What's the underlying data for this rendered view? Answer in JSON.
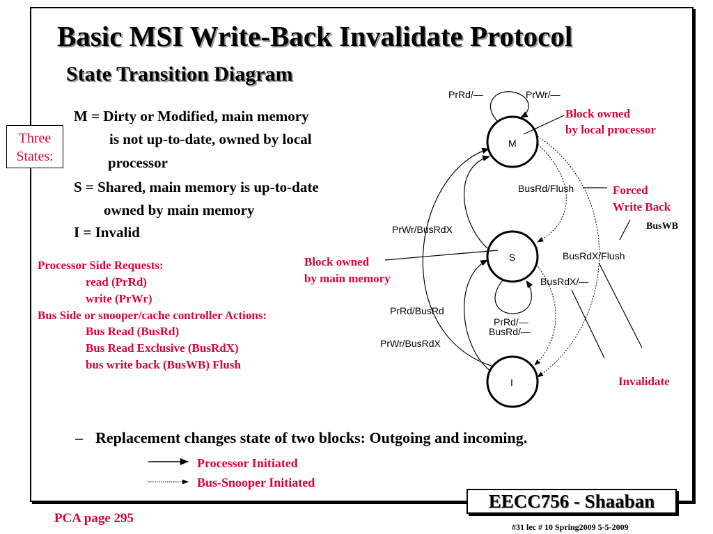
{
  "title": "Basic MSI Write-Back Invalidate Protocol",
  "subtitle": "State Transition Diagram",
  "three_states": [
    "Three",
    "States:"
  ],
  "definitions": [
    "M = Dirty or Modified, main memory",
    "is not up-to-date, owned by local",
    "processor",
    "S = Shared, main memory is up-to-date",
    "owned by main memory",
    "I =  Invalid"
  ],
  "requests": {
    "processor_heading": "Processor Side Requests:",
    "processor_items": [
      "read  (PrRd)",
      "write (PrWr)"
    ],
    "bus_heading": "Bus Side or snooper/cache controller Actions:",
    "bus_items": [
      "Bus Read (BusRd)",
      "Bus Read Exclusive (BusRdX)",
      "bus write back (BusWB)  Flush"
    ]
  },
  "diagram": {
    "states": {
      "m": "M",
      "s": "S",
      "i": "I"
    },
    "labels": {
      "m_loop_prrd": "PrRd/—",
      "m_loop_prwr": "PrWr/—",
      "m_busrd_flush": "BusRd/Flush",
      "s_to_m": "PrWr/BusRdX",
      "m_to_i": "BusRdX/Flush",
      "s_to_i": "BusRdX/—",
      "i_to_s": "PrRd/BusRd",
      "s_loop_prrd": "PrRd/—",
      "s_loop_busrd": "BusRd/—",
      "i_to_m": "PrWr/BusRdX"
    },
    "annotations": {
      "owned_local_1": "Block owned",
      "owned_local_2": "by local processor",
      "forced_1": "Forced",
      "forced_2": "Write Back",
      "buswb": "BusWB",
      "owned_main_1": "Block owned",
      "owned_main_2": "by main memory",
      "invalidate": "Invalidate"
    }
  },
  "bullet": {
    "dash": "–",
    "text": "Replacement changes state of two blocks: Outgoing and incoming."
  },
  "legend": {
    "processor": "Processor Initiated",
    "bus": "Bus-Snooper Initiated"
  },
  "footer": {
    "course": "EECC756 - Shaaban",
    "page_ref": "PCA page 295",
    "lecture": "#31   lec # 10   Spring2009   5-5-2009"
  },
  "colors": {
    "accent": "#e0003a"
  }
}
